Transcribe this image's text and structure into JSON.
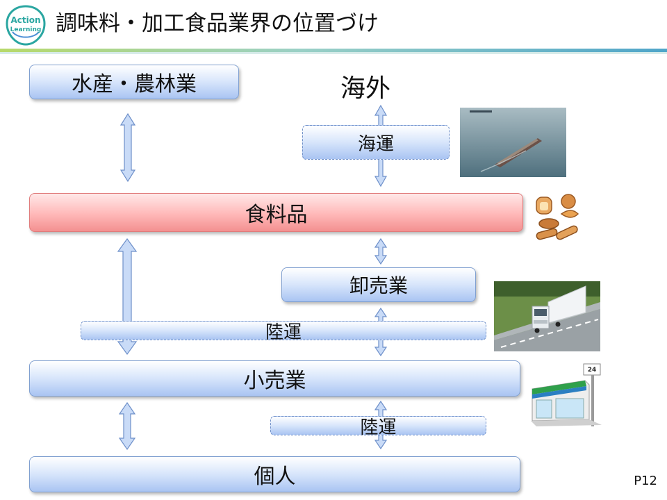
{
  "header": {
    "title": "調味料・加工食品業界の位置づけ",
    "logo_text_top": "Action",
    "logo_text_bottom": "Learning"
  },
  "diagram": {
    "nodes": {
      "primary": "水産・農林業",
      "overseas": "海外",
      "sea_transport": "海運",
      "food": "食料品",
      "wholesale": "卸売業",
      "land_transport_1": "陸運",
      "retail": "小売業",
      "land_transport_2": "陸運",
      "individual": "個人"
    }
  },
  "footer": {
    "page_number": "P12"
  },
  "colors": {
    "box_blue": "#a9c4f2",
    "box_red": "#f39090",
    "arrow_fill": "#c9dbf7",
    "arrow_stroke": "#6d8fc9",
    "logo_teal": "#2aa6a1"
  },
  "icons": [
    "cargo-ship-photo-icon",
    "bread-pastries-icon",
    "truck-photo-icon",
    "convenience-store-icon"
  ]
}
